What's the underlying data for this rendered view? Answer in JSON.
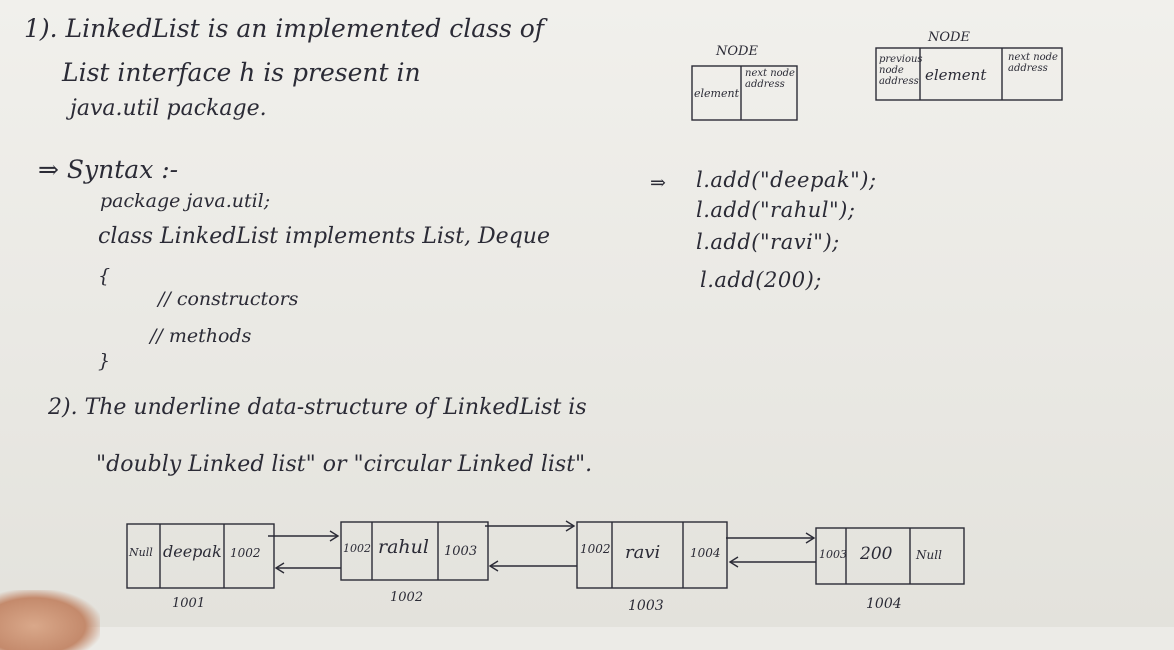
{
  "notes": {
    "p1_line1": "1). LinkedList is an implemented class of",
    "p1_line2": "List interface   h is present in",
    "p1_line3": "java.util package.",
    "syntax_label": "⇒ Syntax :-",
    "syntax_line1": "package java.util;",
    "syntax_line2": "class LinkedList implements List, Deque",
    "brace_open": "{",
    "comment1": "// constructors",
    "comment2": "// methods",
    "brace_close": "}",
    "p2_line1": "2). The underline data-structure of LinkedList is",
    "p2_line2": "\"doubly Linked list\" or \"circular Linked list\"."
  },
  "node_singly": {
    "title": "NODE",
    "cell1": "element",
    "cell2": "next node address"
  },
  "node_doubly": {
    "title": "NODE",
    "cell1": "previous node address",
    "cell2": "element",
    "cell3": "next node address"
  },
  "code": {
    "arrow": "⇒",
    "line1": "l.add(\"deepak\");",
    "line2": "l.add(\"rahul\");",
    "line3": "l.add(\"ravi\");",
    "line4": "l.add(200);"
  },
  "list_nodes": [
    {
      "prev": "Null",
      "value": "deepak",
      "next": "1002",
      "address": "1001"
    },
    {
      "prev": "1002",
      "value": "rahul",
      "next": "1003",
      "address": "1002"
    },
    {
      "prev": "1002",
      "value": "ravi",
      "next": "1004",
      "address": "1003"
    },
    {
      "prev": "1003",
      "value": "200",
      "next": "Null",
      "address": "1004"
    }
  ],
  "colors": {
    "ink": "#2b2b36",
    "board": "#ecebe7"
  }
}
